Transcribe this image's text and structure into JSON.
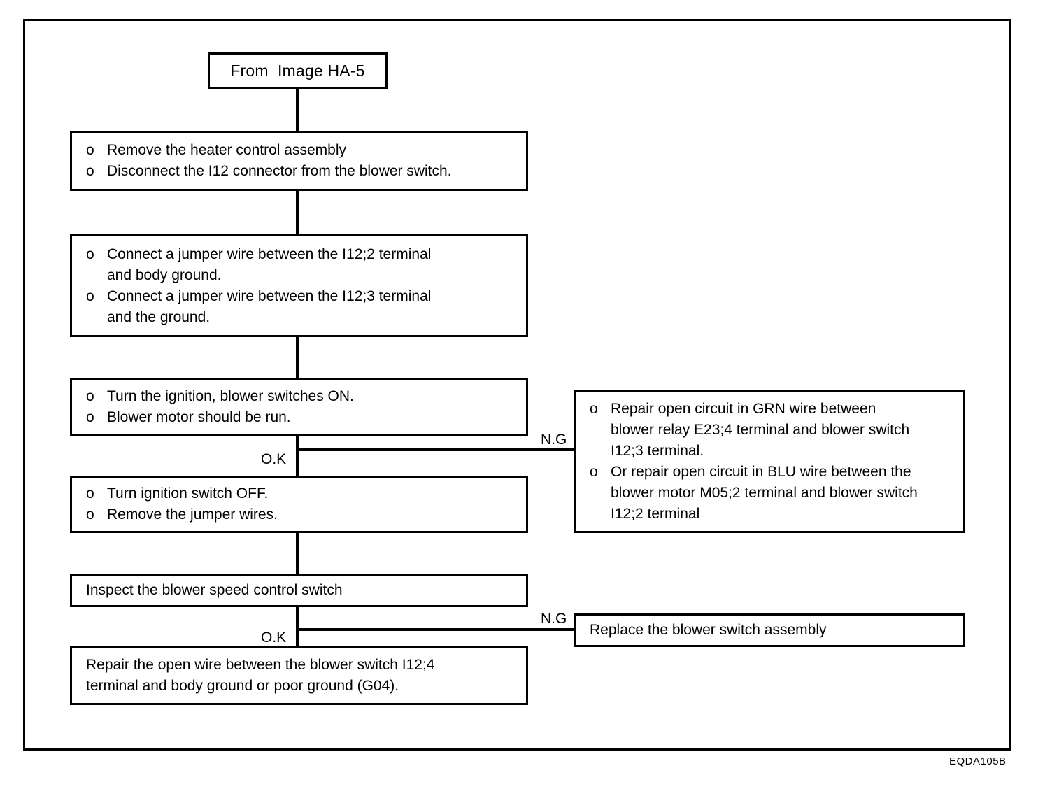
{
  "figure": {
    "code": "EQDA105B",
    "entry_box": {
      "label": "From  Image HA-5"
    },
    "branch_labels": {
      "ok_1": "O.K",
      "ng_1": "N.G",
      "ok_2": "O.K",
      "ng_2": "N.G"
    },
    "steps": [
      {
        "name": "remove-heater-control",
        "bullet": "o",
        "lines": [
          "Remove the heater control assembly",
          "Disconnect the I12 connector from the blower switch."
        ]
      },
      {
        "name": "connect-jumper-wires",
        "bullet": "o",
        "lines": [
          "Connect a jumper wire between the I12;2 terminal\nand body ground.",
          "Connect a jumper wire between the I12;3 terminal\nand the ground."
        ]
      },
      {
        "name": "turn-ignition-on",
        "bullet": "o",
        "lines": [
          "Turn the ignition, blower switches ON.",
          "Blower motor should be run."
        ]
      },
      {
        "name": "turn-ignition-off",
        "bullet": "o",
        "lines": [
          "Turn ignition switch OFF.",
          "Remove the jumper wires."
        ]
      }
    ],
    "inspect_box": {
      "text": "Inspect the blower speed control switch"
    },
    "final_box": {
      "text": "Repair the open wire between the blower switch I12;4\nterminal and body ground or poor ground (G04)."
    },
    "repair_box": {
      "bullet": "o",
      "lines": [
        "Repair open circuit in GRN wire between\nblower relay E23;4 terminal and blower switch\nI12;3 terminal.",
        "Or repair open circuit in BLU wire between the\nblower motor M05;2 terminal and blower switch\nI12;2 terminal"
      ]
    }
  }
}
